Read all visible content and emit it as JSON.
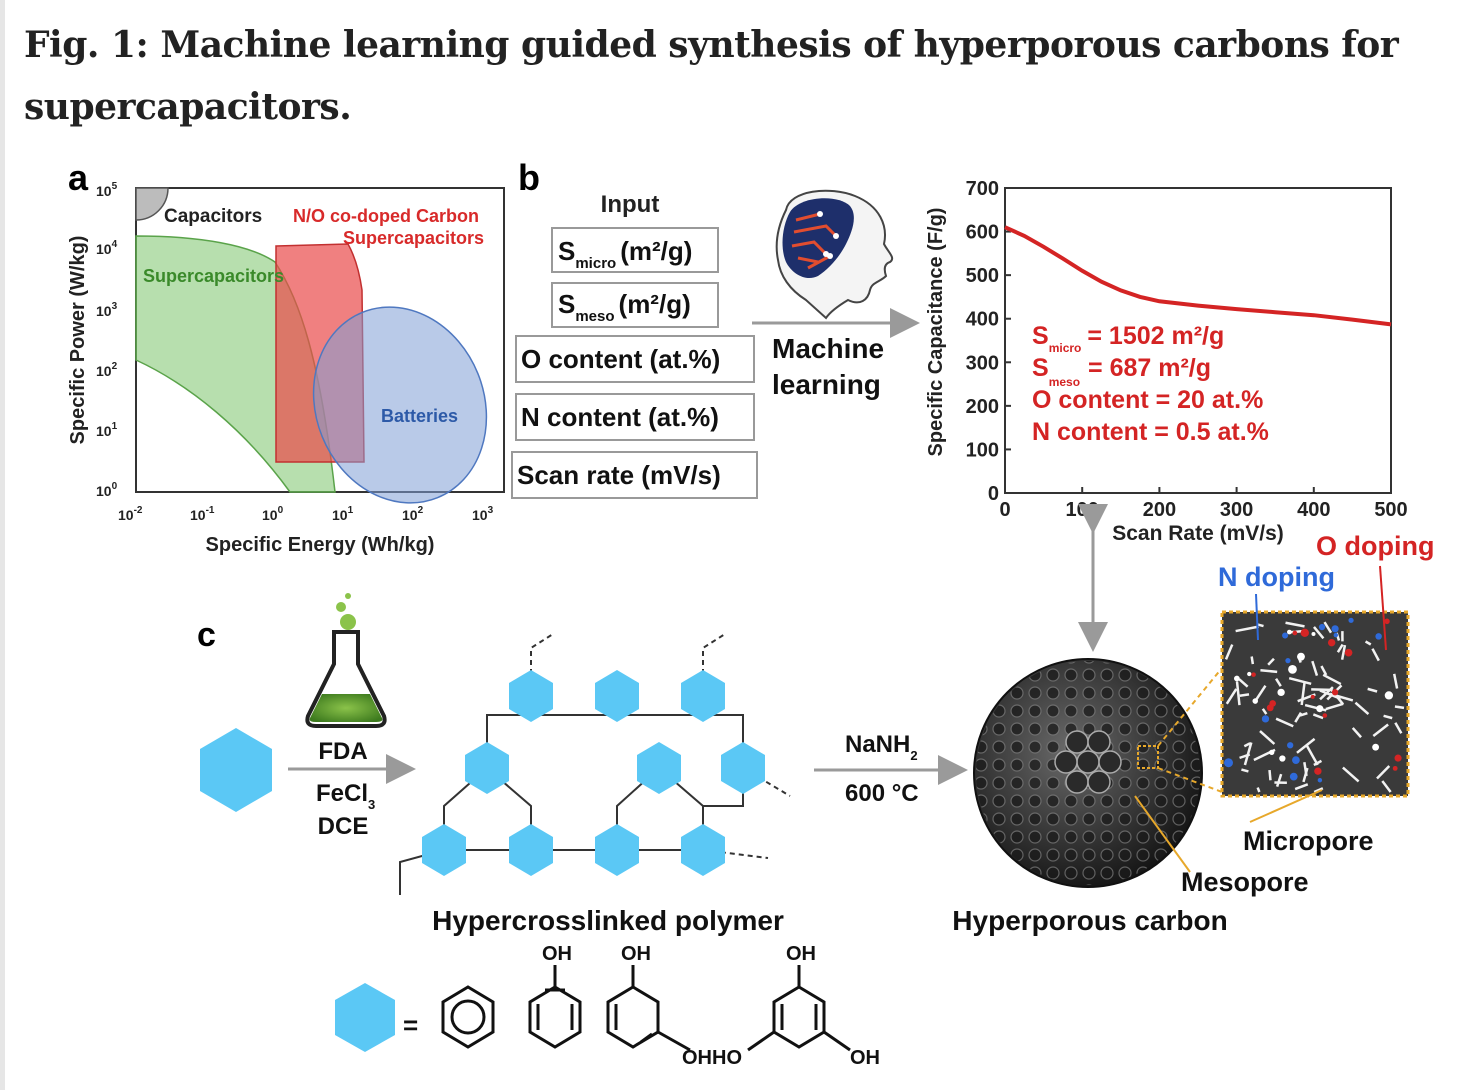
{
  "figure": {
    "title_line1": "Fig. 1: Machine learning guided synthesis of hyperporous carbons for",
    "title_line2": "supercapacitors."
  },
  "panel_a": {
    "label": "a",
    "ylabel": "Specific Power (W/kg)",
    "xlabel": "Specific Energy (Wh/kg)",
    "y_tick_labels": [
      "10^5",
      "10^4",
      "10^3",
      "10^2",
      "10^1",
      "10^0"
    ],
    "x_tick_labels": [
      "10^-2",
      "10^-1",
      "10^0",
      "10^1",
      "10^2",
      "10^3"
    ],
    "regions": [
      "Capacitors",
      "N/O co-doped Carbon",
      "Supercapacitors",
      "Supercapacitors",
      "Batteries"
    ]
  },
  "panel_b": {
    "label": "b",
    "input_heading": "Input",
    "inputs": [
      "S",
      "micro",
      "(m²/g)",
      "S",
      "meso",
      "(m²/g)",
      "O content (at.%)",
      "N content (at.%)",
      "Scan rate (mV/s)"
    ],
    "ml_label": [
      "Machine",
      "learning"
    ],
    "annotation": [
      "S",
      "micro",
      "= 1502 m²/g",
      "S",
      "meso",
      "= 687 m²/g",
      "O content = 20 at.%",
      "N content = 0.5 at.%"
    ]
  },
  "chart_data": {
    "type": "line",
    "xlabel": "Scan Rate (mV/s)",
    "ylabel": "Specific Capacitance (F/g)",
    "xlim": [
      0,
      500
    ],
    "ylim": [
      0,
      700
    ],
    "x_ticks": [
      "0",
      "100",
      "200",
      "300",
      "400",
      "500"
    ],
    "y_ticks": [
      "0",
      "100",
      "200",
      "300",
      "400",
      "500",
      "600",
      "700"
    ],
    "series": [
      {
        "color": "#d42424",
        "x": [
          0,
          25,
          50,
          75,
          100,
          125,
          150,
          175,
          200,
          250,
          300,
          350,
          400,
          450,
          500
        ],
        "values": [
          610,
          590,
          565,
          538,
          510,
          485,
          465,
          450,
          440,
          430,
          422,
          415,
          408,
          398,
          387
        ]
      }
    ]
  },
  "panel_c": {
    "label": "c",
    "reagents": [
      "FDA",
      "FeCl",
      "3",
      "DCE"
    ],
    "conditions": [
      "NaNH",
      "2",
      "600 °C"
    ],
    "polymer_label": "Hypercrosslinked polymer",
    "carbon_label": "Hyperporous carbon",
    "pores": [
      "Micropore",
      "Mesopore"
    ],
    "doping": [
      "O doping",
      "N doping"
    ],
    "chem": [
      "=",
      "OH",
      "OH",
      "OH",
      "OH",
      "HO",
      "OH"
    ]
  },
  "colors": {
    "hexagon": "#5bc8f5",
    "curve": "#d42424",
    "n_doping": "#2f6ad9",
    "o_doping": "#d42424",
    "supercap_green": "#7cc56b",
    "nocarbon_red": "#ea4a4a",
    "battery_blue": "#7f9fd6"
  }
}
